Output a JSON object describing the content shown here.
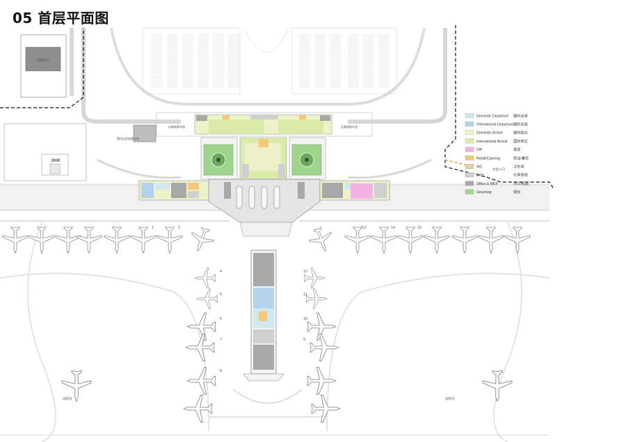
{
  "title": "05 首层平面图",
  "colors": {
    "road": "#ececec",
    "road_line": "#d2d2d2",
    "building_outline": "#9a9a9a",
    "boundary": "#111111",
    "dash_orange": "#e8a33a"
  },
  "labels": {
    "center_building": "总部中心",
    "admin_building": "航站楼",
    "left_corridor": "国内出发旅客车场",
    "curb_left": "远端旅客车道",
    "curb_right": "远端旅客车道",
    "apron_left": "远机位",
    "apron_right": "远机位",
    "entrance": "主出入口"
  },
  "gates_left": [
    "1",
    "2"
  ],
  "gates_right": [
    "13",
    "14",
    "15"
  ],
  "pier_gates_left": [
    "4",
    "5",
    "6",
    "7",
    "8"
  ],
  "pier_gates_right": [
    "12",
    "11",
    "10",
    "9"
  ],
  "legend": [
    {
      "en": "Domestic Departure",
      "cn": "国内出发",
      "color": "#cfe9ef"
    },
    {
      "en": "International Departure",
      "cn": "国际出发",
      "color": "#b3d3ec"
    },
    {
      "en": "Domestic Arrival",
      "cn": "国内到达",
      "color": "#eef2c8"
    },
    {
      "en": "International Arrival",
      "cn": "国际到达",
      "color": "#d9ecaa"
    },
    {
      "en": "VIP",
      "cn": "贵宾",
      "color": "#f2b3e4"
    },
    {
      "en": "Retail/Catering",
      "cn": "商业/餐饮",
      "color": "#f5c87a"
    },
    {
      "en": "WC",
      "cn": "卫生间",
      "color": "#e9cfa9"
    },
    {
      "en": "BHS",
      "cn": "行李系统",
      "color": "#cfcfcf"
    },
    {
      "en": "Office & MEP",
      "cn": "办公/机房",
      "color": "#a8a8a8"
    },
    {
      "en": "Greening",
      "cn": "绿化",
      "color": "#9fd48c"
    }
  ]
}
